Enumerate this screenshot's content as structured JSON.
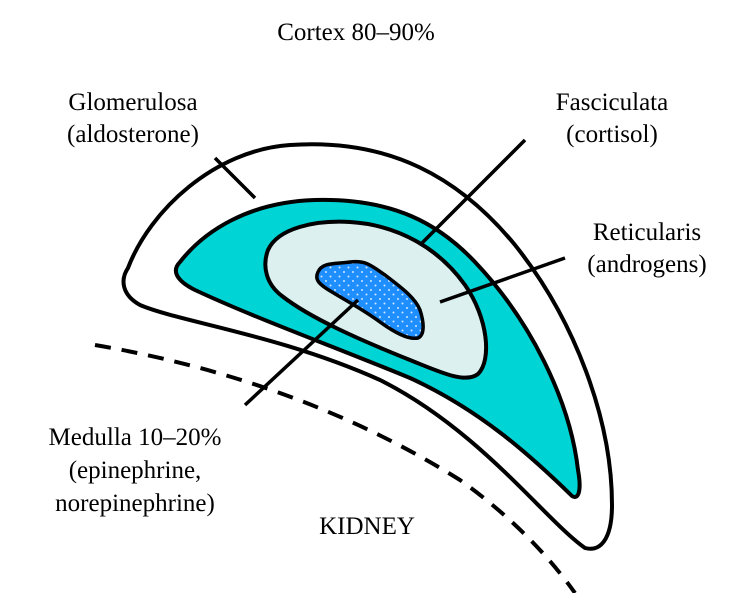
{
  "diagram": {
    "title": "Cortex 80–90%",
    "outside_label": "KIDNEY",
    "zones": {
      "glomerulosa": {
        "name": "Glomerulosa",
        "hormone": "(aldosterone)"
      },
      "fasciculata": {
        "name": "Fasciculata",
        "hormone": "(cortisol)"
      },
      "reticularis": {
        "name": "Reticularis",
        "hormone": "(androgens)"
      },
      "medulla": {
        "name": "Medulla 10–20%",
        "hormone_line1": "(epinephrine,",
        "hormone_line2": "norepinephrine)"
      }
    },
    "colors": {
      "capsule": "#ffffff",
      "glomerulosa": "#00d4d4",
      "reticularis": "#ddf0f0",
      "medulla": "#1f8fff",
      "outline": "#000000"
    }
  }
}
